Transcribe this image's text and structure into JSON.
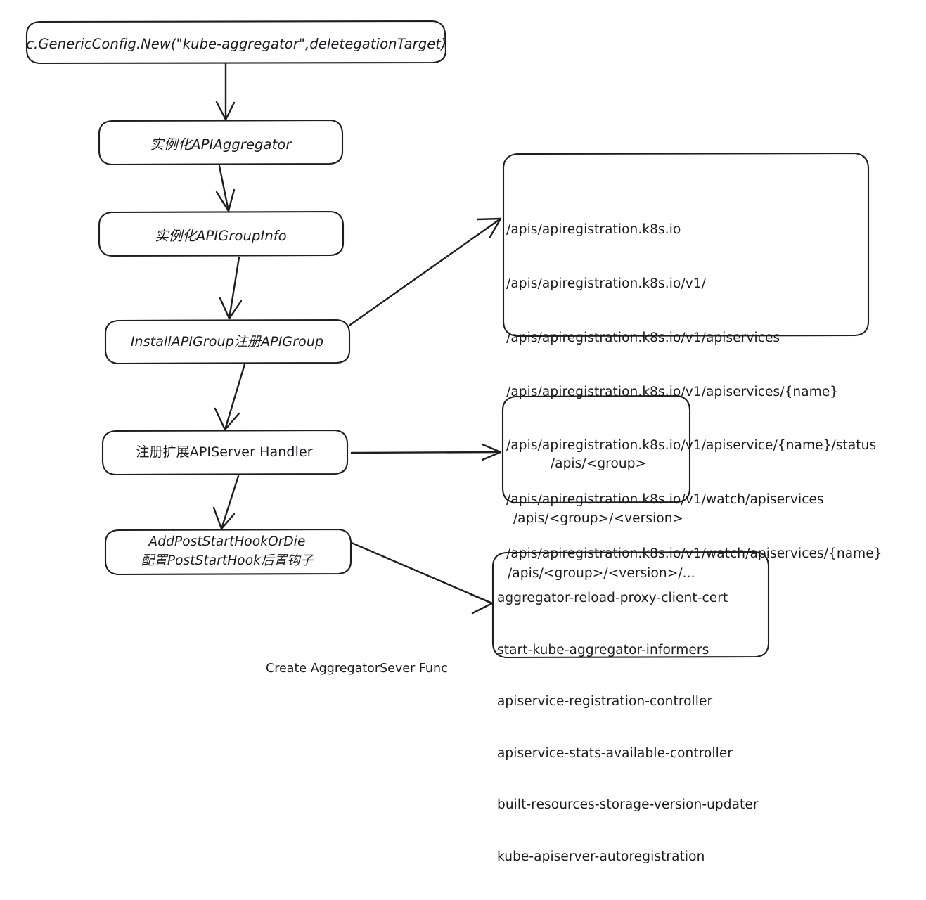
{
  "diagram": {
    "caption": "Create AggregatorSever Func",
    "stroke_color": "#1e1e1e",
    "background_color": "#ffffff",
    "nodes": {
      "generic_config": {
        "label": "c.GenericConfig.New(\"kube-aggregator\",deletegationTarget)"
      },
      "api_aggregator": {
        "label": "实例化APIAggregator"
      },
      "api_group_info": {
        "label": "实例化APIGroupInfo"
      },
      "install_api_group": {
        "label": "InstallAPIGroup注册APIGroup"
      },
      "register_handler": {
        "label": "注册扩展APIServer Handler"
      },
      "post_start_hook": {
        "line1": "AddPostStartHookOrDie",
        "line2": "配置PostStartHook后置钩子"
      },
      "apiregistration_paths": {
        "lines": [
          "/apis/apiregistration.k8s.io",
          "/apis/apiregistration.k8s.io/v1/",
          "/apis/apiregistration.k8s.io/v1/apiservices",
          "/apis/apiregistration.k8s.io/v1/apiservices/{name}",
          "/apis/apiregistration.k8s.io/v1/apiservice/{name}/status",
          "/apis/apiregistration.k8s.io/v1/watch/apiservices",
          "/apis/apiregistration.k8s.io/v1/watch/apiservices/{name}"
        ]
      },
      "group_paths": {
        "lines": [
          "/apis/<group>",
          "/apis/<group>/<version>",
          "/apis/<group>/<version>/..."
        ]
      },
      "post_start_hooks": {
        "lines": [
          "aggregator-reload-proxy-client-cert",
          "start-kube-aggregator-informers",
          "apiservice-registration-controller",
          "apiservice-stats-available-controller",
          "built-resources-storage-version-updater",
          "kube-apiserver-autoregistration"
        ]
      }
    }
  }
}
